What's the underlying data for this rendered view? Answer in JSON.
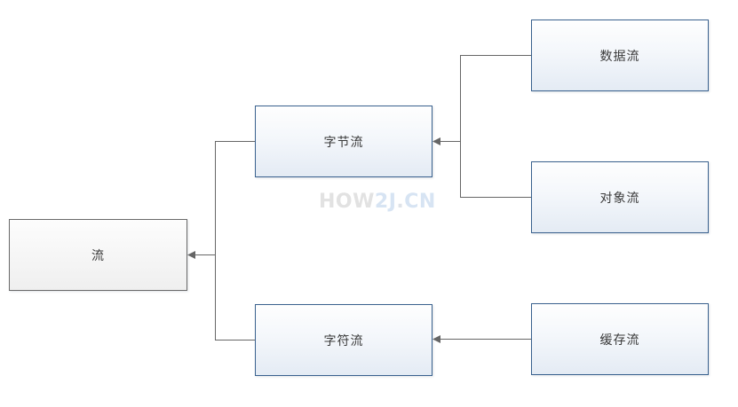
{
  "diagram": {
    "type": "tree",
    "direction": "inheritance arrows point from child toward parent (right to left)"
  },
  "nodes": {
    "root": {
      "label": "流"
    },
    "byte": {
      "label": "字节流"
    },
    "char": {
      "label": "字符流"
    },
    "data": {
      "label": "数据流"
    },
    "object": {
      "label": "对象流"
    },
    "buffer": {
      "label": "缓存流"
    }
  },
  "edges": [
    {
      "from": "字节流",
      "to": "流"
    },
    {
      "from": "字符流",
      "to": "流"
    },
    {
      "from": "数据流",
      "to": "字节流"
    },
    {
      "from": "对象流",
      "to": "字节流"
    },
    {
      "from": "缓存流",
      "to": "字符流"
    }
  ],
  "watermark": {
    "parts": [
      {
        "text": "HOW",
        "color": "#e2e2e2"
      },
      {
        "text": "2J",
        "color": "#d7e4f3"
      },
      {
        "text": ".",
        "color": "#dfe3e8"
      },
      {
        "text": "CN",
        "color": "#d7e4f3"
      }
    ]
  },
  "colors": {
    "node_border_blue": "#39618e",
    "node_border_gray": "#6a6a6a",
    "node_fill_top": "#fefefe",
    "node_fill_bottom_blue": "#e4ebf4",
    "node_fill_bottom_gray": "#efefef",
    "connector_line": "#666666",
    "background": "#ffffff"
  }
}
